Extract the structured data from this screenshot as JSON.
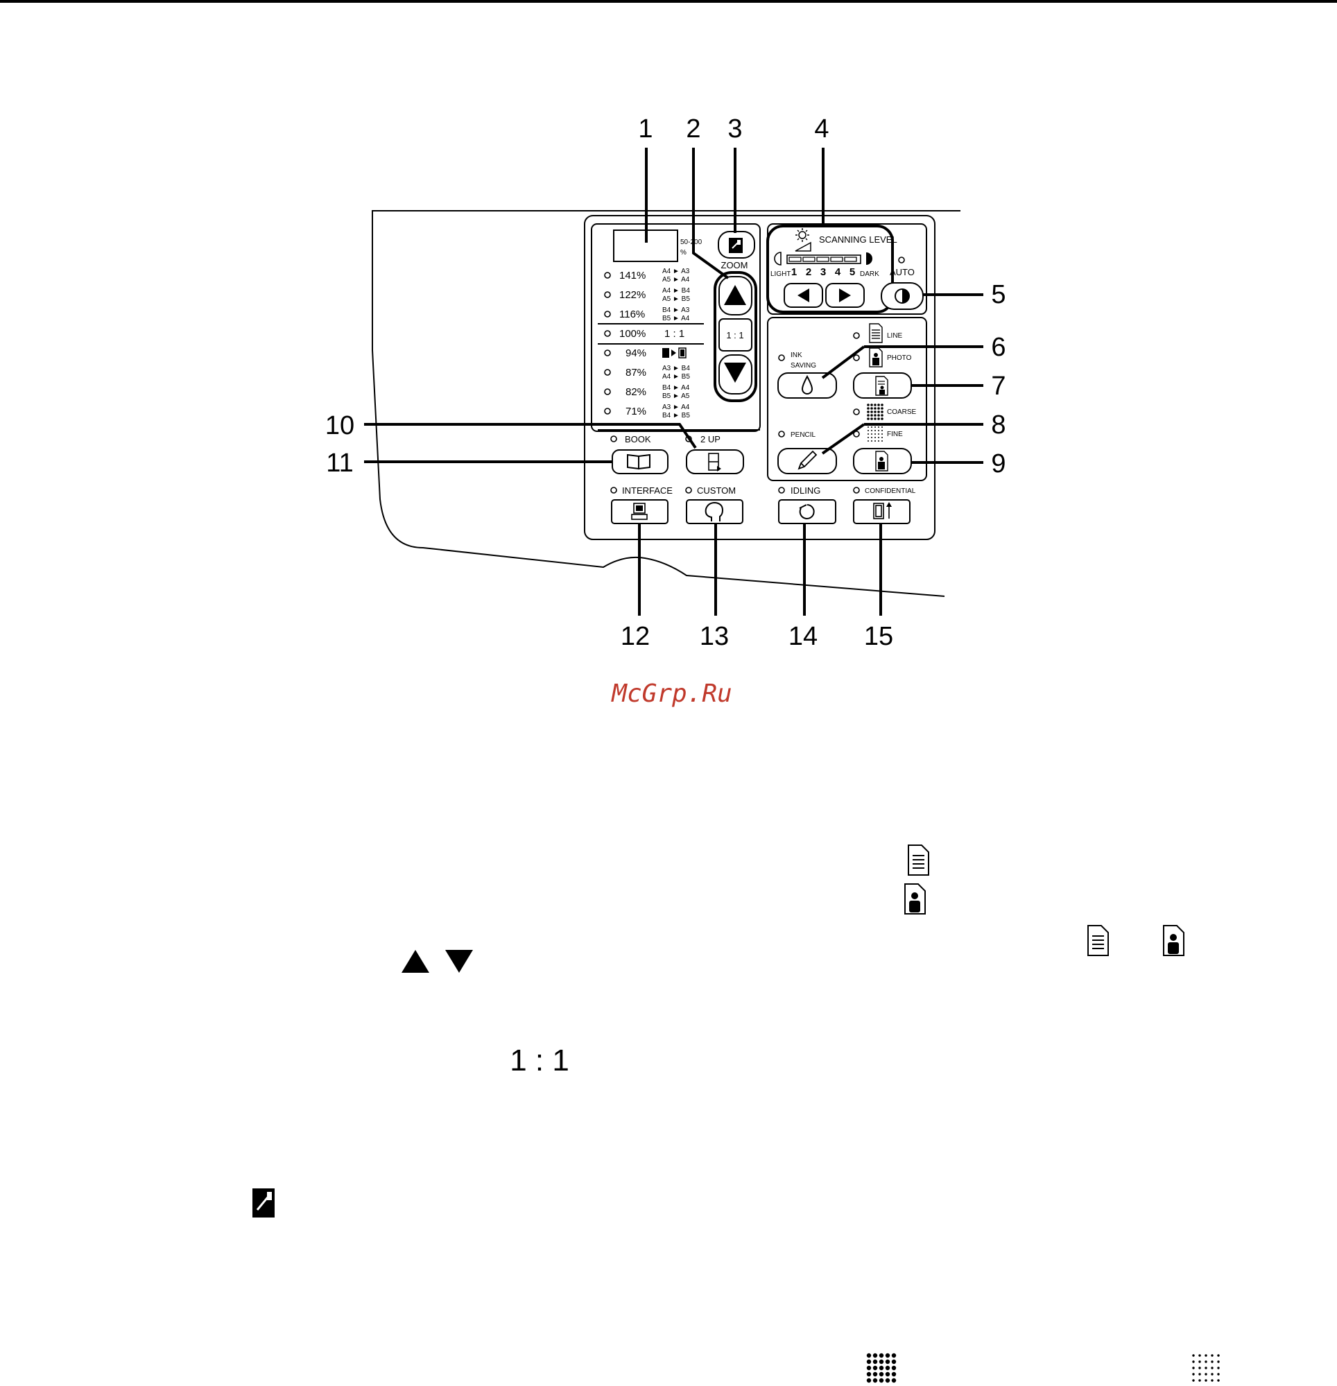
{
  "callouts": [
    "1",
    "2",
    "3",
    "4",
    "5",
    "6",
    "7",
    "8",
    "9",
    "10",
    "11",
    "12",
    "13",
    "14",
    "15"
  ],
  "panel": {
    "zoom_range": "50-200",
    "zoom_unit": "%",
    "zoom_label": "ZOOM",
    "one_to_one": "1 : 1",
    "presets": [
      {
        "pct": "141%",
        "a": "A4 ► A3",
        "b": "A5 ► A4"
      },
      {
        "pct": "122%",
        "a": "A4 ► B4",
        "b": "A5 ► B5"
      },
      {
        "pct": "116%",
        "a": "B4 ► A3",
        "b": "B5 ► A4"
      },
      {
        "pct": "100%",
        "a": "1 : 1",
        "b": ""
      },
      {
        "pct": "94%",
        "a": "",
        "b": ""
      },
      {
        "pct": "87%",
        "a": "A3 ► B4",
        "b": "A4 ► B5"
      },
      {
        "pct": "82%",
        "a": "B4 ► A4",
        "b": "B5 ► A5"
      },
      {
        "pct": "71%",
        "a": "A3 ► A4",
        "b": "B4 ► B5"
      }
    ],
    "book": "BOOK",
    "two_up": "2 UP",
    "interface": "INTERFACE",
    "custom": "CUSTOM",
    "scanning_level": "SCANNING LEVEL",
    "levels": [
      "1",
      "2",
      "3",
      "4",
      "5"
    ],
    "light": "LIGHT",
    "dark": "DARK",
    "auto": "AUTO",
    "ink_1": "INK",
    "ink_2": "SAVING",
    "line": "LINE",
    "photo": "PHOTO",
    "coarse": "COARSE",
    "pencil": "PENCIL",
    "fine": "FINE",
    "idling": "IDLING",
    "confidential": "CONFIDENTIAL"
  },
  "body_text": {
    "one_to_one": "1 : 1"
  },
  "watermark": "McGrp.Ru",
  "icons": [
    "zoom-icon",
    "triangle-up-icon",
    "triangle-down-icon",
    "sun-icon",
    "half-moon-light-icon",
    "half-moon-dark-icon",
    "triangle-left-icon",
    "triangle-right-icon",
    "auto-contrast-icon",
    "ink-drop-icon",
    "line-doc-icon",
    "photo-person-icon",
    "coarse-dots-icon",
    "fine-dots-icon",
    "pencil-icon",
    "book-icon",
    "two-up-icon",
    "computer-icon",
    "custom-head-icon",
    "idling-circle-icon",
    "confidential-icon"
  ]
}
